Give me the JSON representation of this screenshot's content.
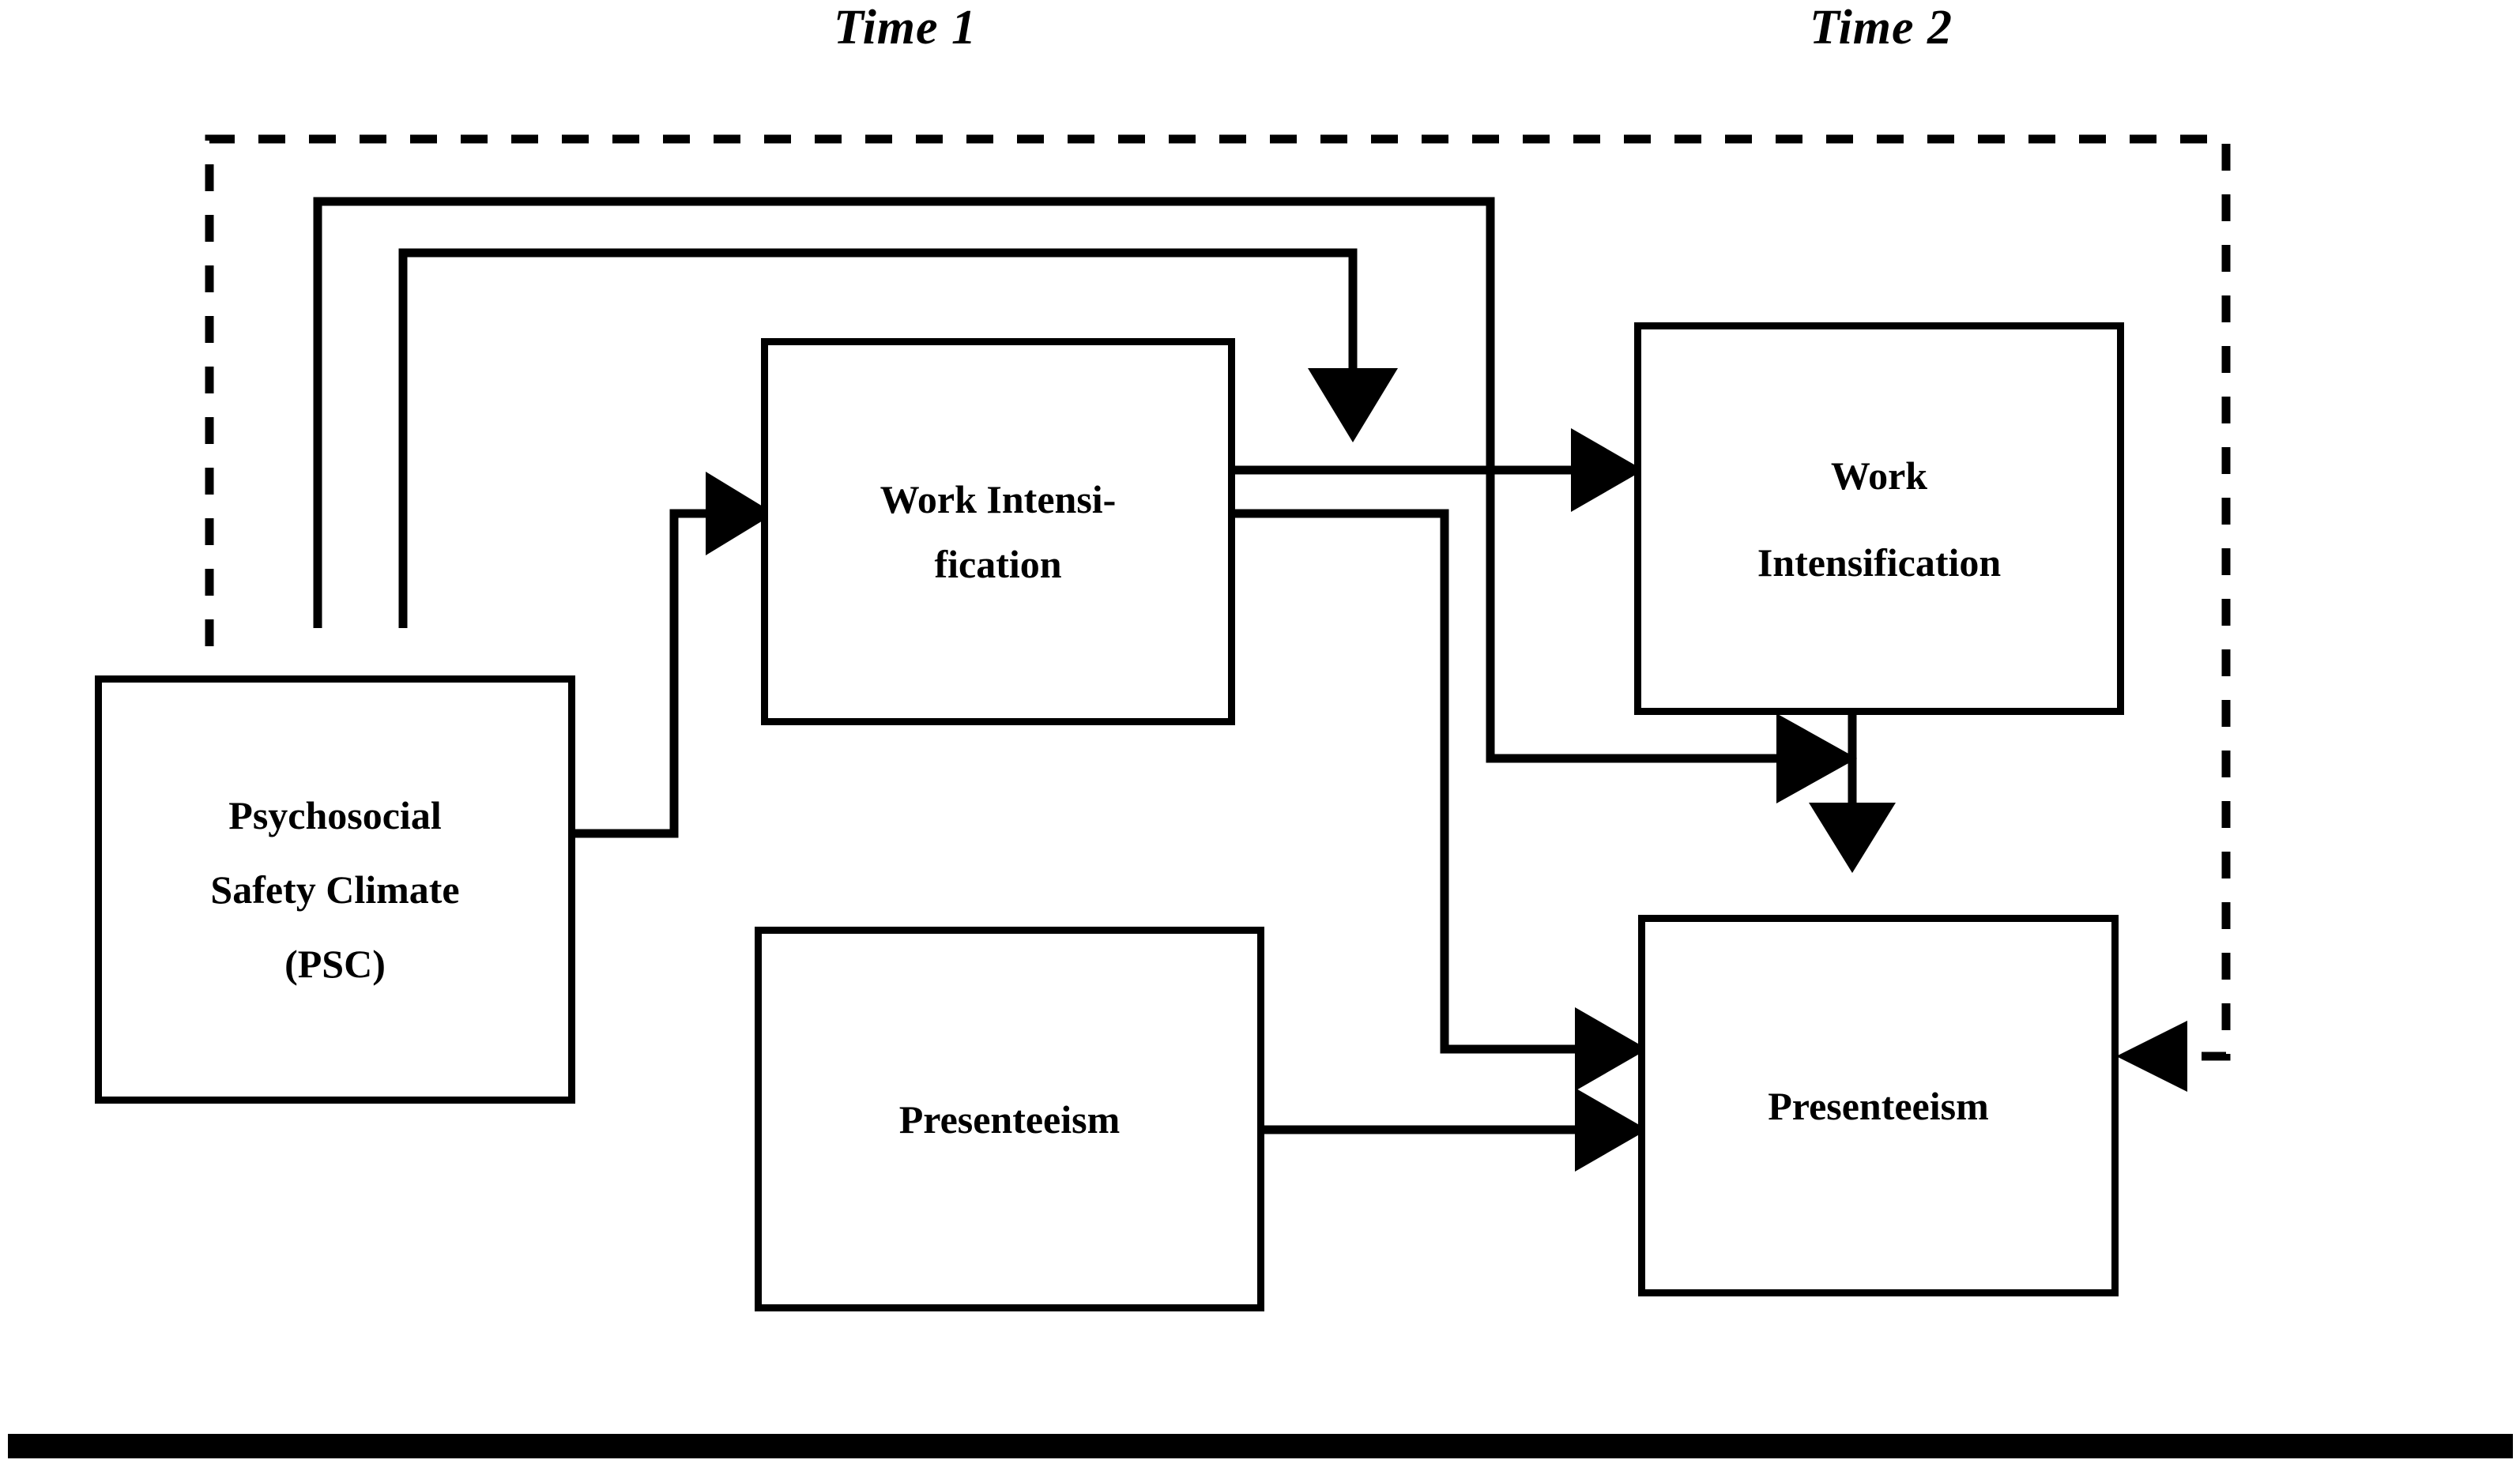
{
  "figure": {
    "type": "path-diagram",
    "title_labels": {
      "time1": "Time 1",
      "time2": "Time 2"
    },
    "colors": {
      "stroke": "#000000",
      "background": "#ffffff",
      "text": "#000000"
    },
    "nodes": [
      {
        "id": "psc",
        "wave": "Time 1",
        "lines": [
          "Psychosocial",
          "Safety Climate",
          "(PSC)"
        ]
      },
      {
        "id": "work-intensification-t1",
        "wave": "Time 1",
        "lines": [
          "Work Intensi-",
          "fication"
        ]
      },
      {
        "id": "work-intensification-t2",
        "wave": "Time 2",
        "lines": [
          "Work",
          "Intensification"
        ]
      },
      {
        "id": "presenteeism-t1",
        "wave": "Time 1",
        "lines": [
          "Presenteeism"
        ]
      },
      {
        "id": "presenteeism-t2",
        "wave": "Time 2",
        "lines": [
          "Presenteeism"
        ]
      }
    ],
    "edges": [
      {
        "from": "psc",
        "to": "work-intensification-t1",
        "style": "solid",
        "arrow": "single"
      },
      {
        "from": "psc",
        "to": "work-intensification-t1-top",
        "style": "solid",
        "arrow": "single"
      },
      {
        "from": "psc",
        "to": "work-intensification-t2",
        "style": "solid",
        "arrow": "single"
      },
      {
        "from": "psc",
        "to": "presenteeism-t2",
        "style": "dashed",
        "arrow": "single"
      },
      {
        "from": "work-intensification-t1",
        "to": "work-intensification-t2",
        "style": "solid",
        "arrow": "single"
      },
      {
        "from": "work-intensification-t1",
        "to": "presenteeism-t2",
        "style": "solid",
        "arrow": "single"
      },
      {
        "from": "work-intensification-t2",
        "to": "presenteeism-t2",
        "style": "solid",
        "arrow": "single"
      },
      {
        "from": "presenteeism-t1",
        "to": "presenteeism-t2",
        "style": "solid",
        "arrow": "single"
      }
    ]
  }
}
